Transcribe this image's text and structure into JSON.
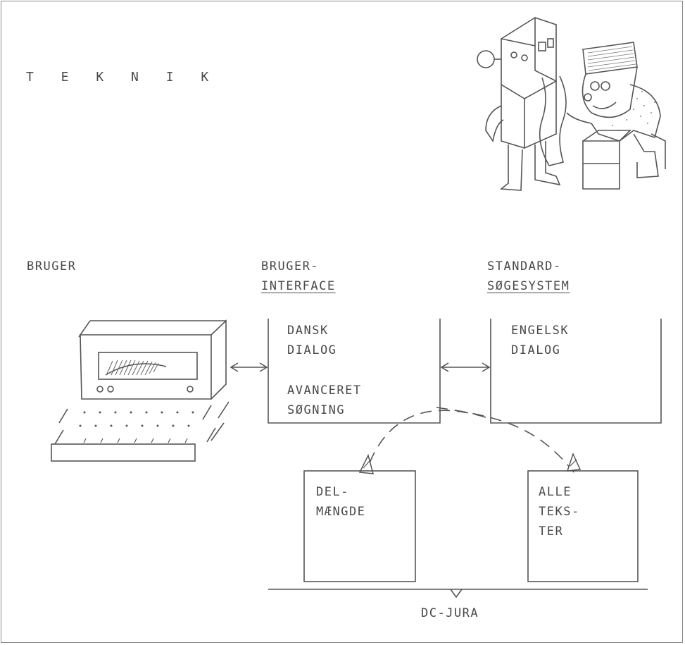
{
  "title": "T E K N I K",
  "columns": {
    "user": "BRUGER",
    "interface": {
      "line1": "BRUGER-",
      "line2": "INTERFACE"
    },
    "standard": {
      "line1": "STANDARD-",
      "line2": "SØGESYSTEM"
    }
  },
  "interface_box": {
    "line1": "DANSK",
    "line2": "DIALOG",
    "line3": "AVANCERET",
    "line4": "SØGNING"
  },
  "standard_box": {
    "line1": "ENGELSK",
    "line2": "DIALOG"
  },
  "subset_box": {
    "line1": "DEL-",
    "line2": "MÆNGDE"
  },
  "all_texts_box": {
    "line1": "ALLE",
    "line2": "TEKS-",
    "line3": "TER"
  },
  "database_label": "DC-JURA",
  "icons": [
    "computer-terminal-icon",
    "robot-and-man-cartoon-icon"
  ]
}
